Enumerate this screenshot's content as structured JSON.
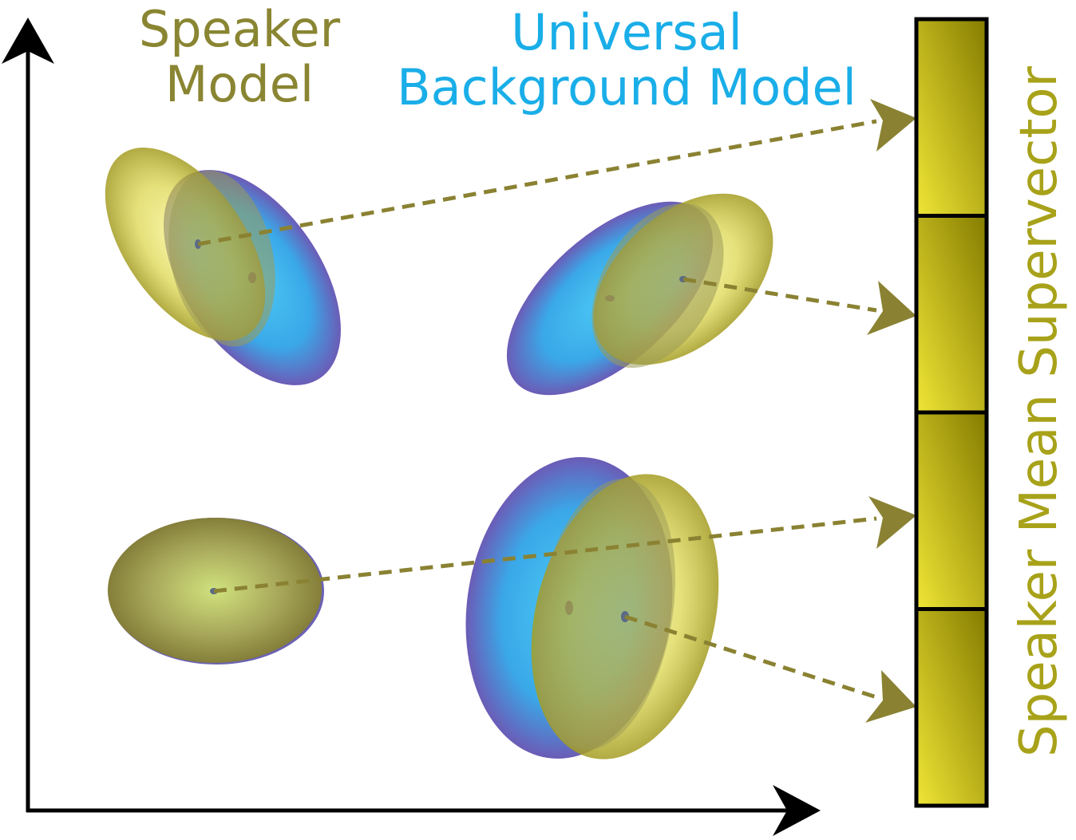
{
  "labels": {
    "speaker_model_line1": "Speaker",
    "speaker_model_line2": "Model",
    "ubm_line1": "Universal",
    "ubm_line2": "Background Model",
    "supervector": "Speaker Mean Supervector"
  },
  "colors": {
    "speaker_text": "#8a8532",
    "ubm_text": "#1aaee8",
    "arrow": "#8a8232",
    "axis": "#000000",
    "speaker_fill_center": "#f4f06a",
    "speaker_fill_edge": "#a8a02a",
    "ubm_fill_center": "#45c6f2",
    "ubm_fill_edge": "#6b62b4",
    "supervector_light": "#ede232",
    "supervector_dark": "#847c00"
  },
  "supervector": {
    "segments": 4
  },
  "gaussians": [
    {
      "id": "top-left",
      "has_ubm": true
    },
    {
      "id": "top-right",
      "has_ubm": true
    },
    {
      "id": "bottom-left",
      "has_ubm": false
    },
    {
      "id": "bottom-right",
      "has_ubm": true
    }
  ]
}
